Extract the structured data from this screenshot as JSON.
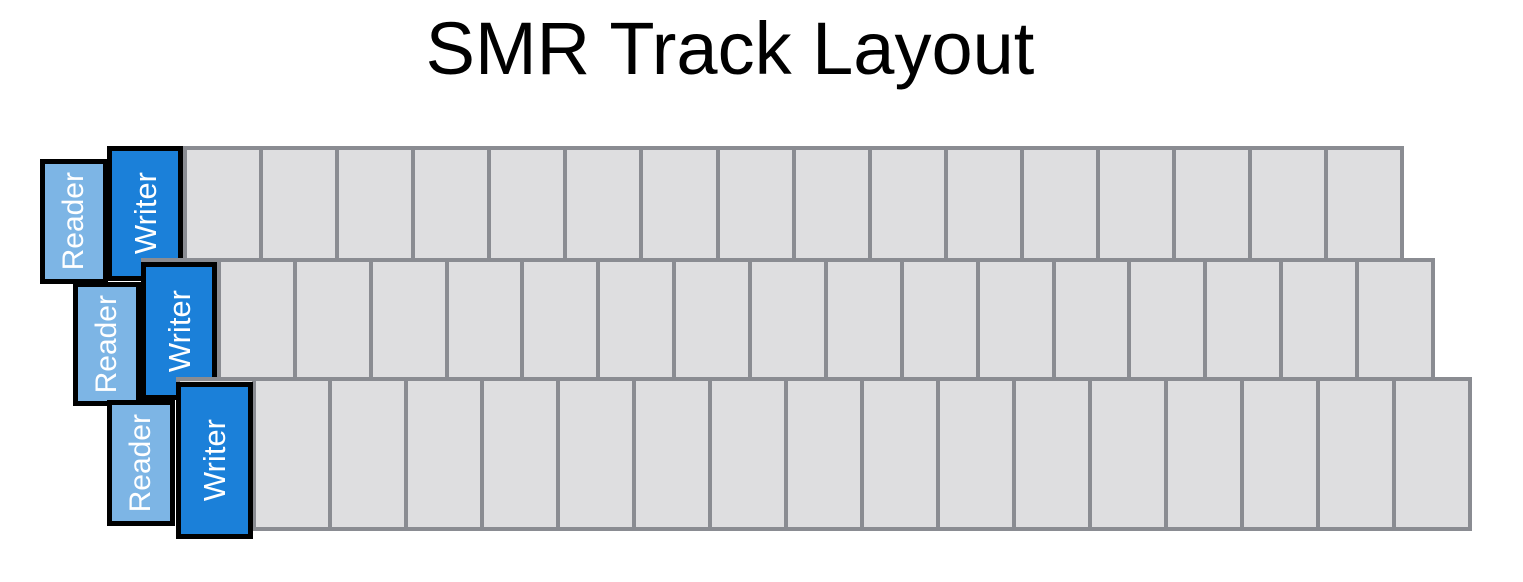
{
  "title": "SMR Track Layout",
  "tracks": [
    {
      "id": "track-1",
      "reader_label": "Reader",
      "writer_label": "Writer",
      "cell_count": 17
    },
    {
      "id": "track-2",
      "reader_label": "Reader",
      "writer_label": "Writer",
      "cell_count": 17
    },
    {
      "id": "track-3",
      "reader_label": "Reader",
      "writer_label": "Writer",
      "cell_count": 17
    }
  ],
  "colors": {
    "reader_fill": "#7DB5E5",
    "writer_fill": "#1B80D9",
    "head_border": "#000000",
    "cell_fill": "#DEDEE0",
    "track_border": "#8A8C92",
    "label_text": "#FFFFFF",
    "title_text": "#000000",
    "background": "#FFFFFF"
  }
}
